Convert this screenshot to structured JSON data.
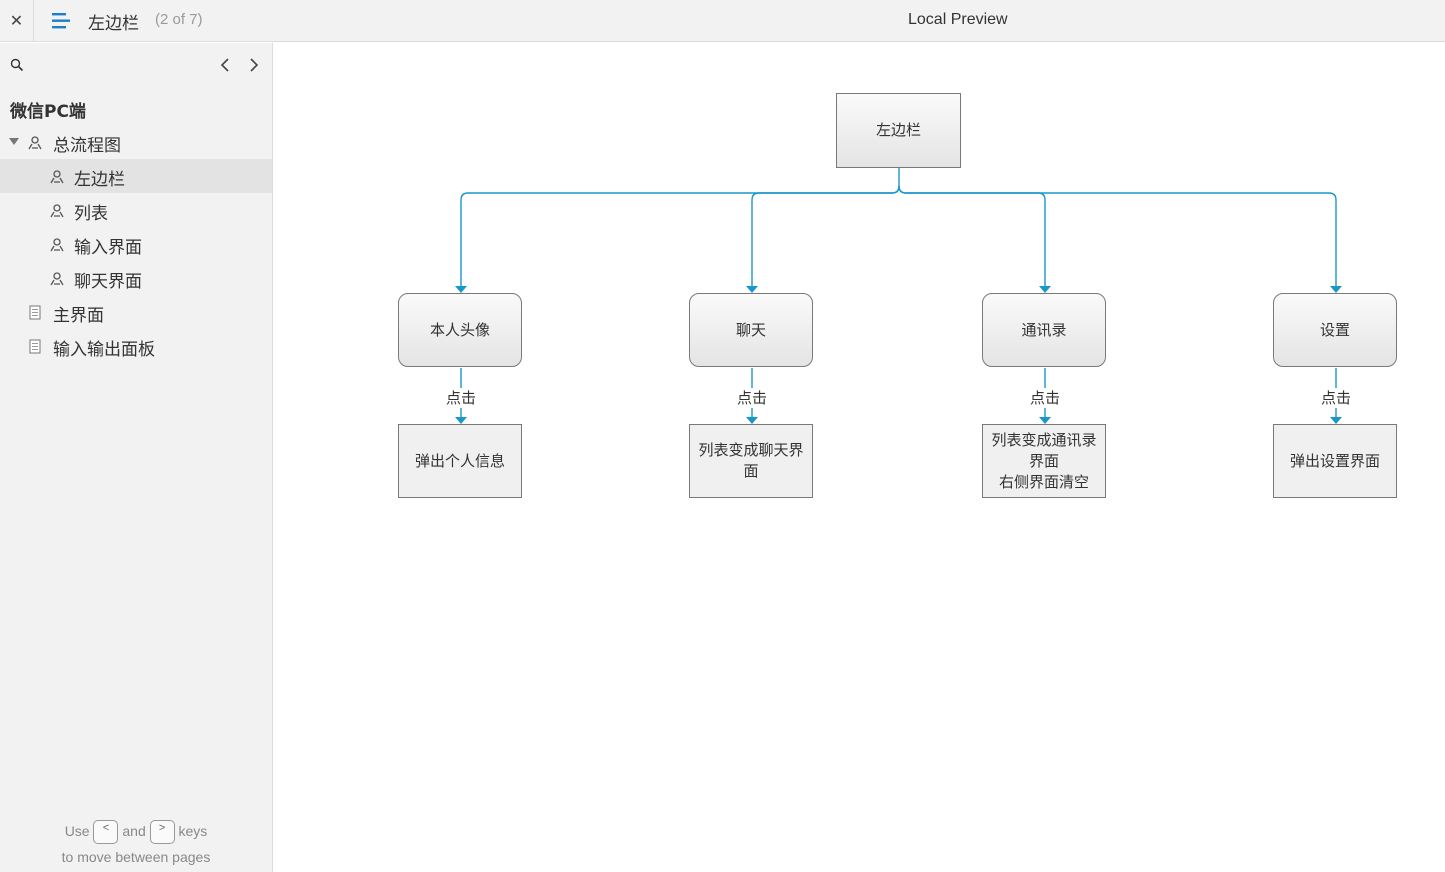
{
  "topbar": {
    "close_icon": "close-icon",
    "menu_icon": "hamburger-menu-icon",
    "page_name": "左边栏",
    "page_count": "(2 of 7)",
    "preview_title": "Local Preview"
  },
  "sidebar": {
    "project_title": "微信PC端",
    "items": [
      {
        "label": "总流程图",
        "icon": "flow-icon"
      },
      {
        "label": "左边栏",
        "icon": "flow-icon"
      },
      {
        "label": "列表",
        "icon": "flow-icon"
      },
      {
        "label": "输入界面",
        "icon": "flow-icon"
      },
      {
        "label": "聊天界面",
        "icon": "flow-icon"
      },
      {
        "label": "主界面",
        "icon": "page-icon"
      },
      {
        "label": "输入输出面板",
        "icon": "page-icon"
      }
    ],
    "help": {
      "use": "Use",
      "key_prev": "<",
      "and": "and",
      "key_next": ">",
      "keys": "keys",
      "line2": "to move between pages"
    }
  },
  "diagram": {
    "root": "左边栏",
    "nodes": [
      {
        "label": "本人头像",
        "edge": "点击",
        "result": "弹出个人信息"
      },
      {
        "label": "聊天",
        "edge": "点击",
        "result": "列表变成聊天界面"
      },
      {
        "label": "通讯录",
        "edge": "点击",
        "result": "列表变成通讯录界面\n右侧界面清空"
      },
      {
        "label": "设置",
        "edge": "点击",
        "result": "弹出设置界面"
      }
    ],
    "colors": {
      "connector": "#1a97c9",
      "box_border": "#797979"
    }
  }
}
